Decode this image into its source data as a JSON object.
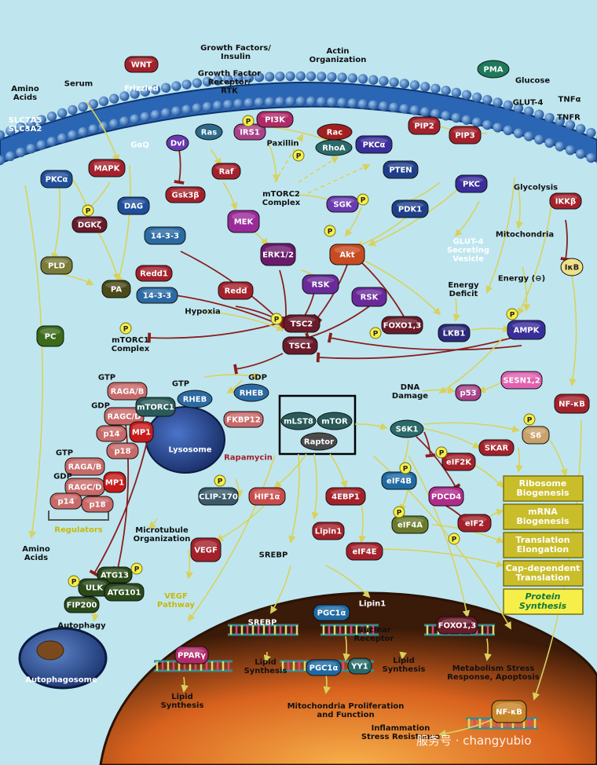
{
  "nodes": {
    "amino_acids_top": "Amino\nAcids",
    "slc": "SLC7A5\nSLC3A2",
    "serum": "Serum",
    "wnt": "WNT",
    "frizzled": "Frizzled",
    "gf": "Growth Factors/\nInsulin",
    "gfr": "Growth Factor\nReceptor/\nRTK",
    "actin": "Actin\nOrganization",
    "pma": "PMA",
    "glucose": "Glucose",
    "glut4": "GLUT-4",
    "tnfa": "TNFα",
    "tnfr": "TNFR",
    "galphaq": "GαQ",
    "dvl": "Dvl",
    "ras": "Ras",
    "irs1": "IRS1",
    "pi3k": "PI3K",
    "paxillin": "Paxillin",
    "rac": "Rac",
    "rhoa": "RhoA",
    "pkca_mem": "PKCα",
    "pip2": "PIP2",
    "pip3": "PIP3",
    "pkca_left": "PKCα",
    "mapk": "MAPK",
    "gsk3b": "Gsk3β",
    "raf": "Raf",
    "mtorc2": "mTORC2\nComplex",
    "sgk": "SGK",
    "pten": "PTEN",
    "pdk1": "PDK1",
    "pkc": "PKC",
    "glycolysis": "Glycolysis",
    "ikkb": "IKKβ",
    "dgk": "DGKζ",
    "dag": "DAG",
    "t1433a": "14-3-3",
    "mek": "MEK",
    "erk": "ERK1/2",
    "akt": "Akt",
    "glut4vesicle": "GLUT-4\nSecreting\nVesicle",
    "mito": "Mitochondria",
    "energy": "Energy (⊖)",
    "ikb": "IκB",
    "pld": "PLD",
    "pa": "PA",
    "redd1": "Redd1",
    "t1433b": "14-3-3",
    "redd": "Redd",
    "rsk1": "RSK",
    "rsk2": "RSK",
    "hypoxia": "Hypoxia",
    "energydef": "Energy\nDeficit",
    "pc": "PC",
    "mtorc1c": "mTORC1\nComplex",
    "tsc2": "TSC2",
    "tsc1": "TSC1",
    "foxo_top": "FOXO1,3",
    "lkb1": "LKB1",
    "ampk": "AMPK",
    "gtp1": "GTP",
    "ragab1": "RAGA/B",
    "gdp1": "GDP",
    "ragcd1": "RAGC/D",
    "mtorc1": "mTORC1",
    "p14a": "p14",
    "mp1a": "MP1",
    "p18a": "p18",
    "lysosome": "Lysosome",
    "gtp2": "GTP",
    "rheb1": "RHEB",
    "gdp2": "GDP",
    "rheb2": "RHEB",
    "dnadamage": "DNA\nDamage",
    "p53": "p53",
    "sesn": "SESN1,2",
    "nfkb_top": "NF-κB",
    "mlst8": "mLST8",
    "mtor": "mTOR",
    "raptor": "Raptor",
    "fkbp12": "FKBP12",
    "rapamycin": "Rapamycin",
    "s6k1": "S6K1",
    "s6": "S6",
    "skar": "SKAR",
    "eif2k": "eIF2K",
    "eif4b": "eIF4B",
    "pdcd4": "PDCD4",
    "eif4a": "eIF4A",
    "eif2": "eIF2",
    "gtp3": "GTP",
    "ragab2": "RAGA/B",
    "gdp3": "GDP",
    "ragcd2": "RAGC/D",
    "mp1b": "MP1",
    "p14b": "p14",
    "p18b": "p18",
    "regulators": "Regulators",
    "clip170": "CLIP-170",
    "hif1a": "HIF1α",
    "ebp1": "4EBP1",
    "microtubule": "Microtubule\nOrganization",
    "lipin1_top": "Lipin1",
    "eif4e": "eIF4E",
    "vegf": "VEGF",
    "srebp_top": "SREBP",
    "amino_acids_bot": "Amino\nAcids",
    "atg13": "ATG13",
    "ulk": "ULK",
    "atg101": "ATG101",
    "fip200": "FIP200",
    "vegfpath": "VEGF\nPathway",
    "autophagy": "Autophagy",
    "autophagosome": "Autophagosome",
    "lipin1_nuc": "Lipin1",
    "pgc1a_nuc": "PGC1α",
    "nuclear_receptor": "Nuclear\nReceptor",
    "srebp_nuc": "SREBP",
    "foxo_nuc": "FOXO1,3",
    "ppar": "PPARγ",
    "lipid1": "Lipid\nSynthesis",
    "lipid2": "Lipid\nSynthesis",
    "pgc1a2": "PGC1α",
    "yy1": "YY1",
    "lipid3": "Lipid\nSynthesis",
    "metab": "Metabolism Stress\nResponse, Apoptosis",
    "mito_prolif": "Mitochondria Proliferation\nand Function",
    "nfkb_nuc": "NF-κB",
    "inflammation": "Inflammation\nStress Resistance"
  },
  "outputs": {
    "ribosome": "Ribosome\nBiogenesis",
    "mrna": "mRNA\nBiogenesis",
    "translation": "Translation\nElongation",
    "capdep": "Cap-dependent\nTranslation",
    "protein": "Protein\nSynthesis"
  },
  "phospho": "P",
  "watermark": "服务号 · changyubio",
  "colors": {
    "background": "#bfe6ef",
    "membrane": "#1f5fa8",
    "activation_arrow": "#d8d25c",
    "inhibition_line": "#8b1e1e",
    "output_box": "#c9bd2a",
    "nucleus": "#d8621e"
  }
}
